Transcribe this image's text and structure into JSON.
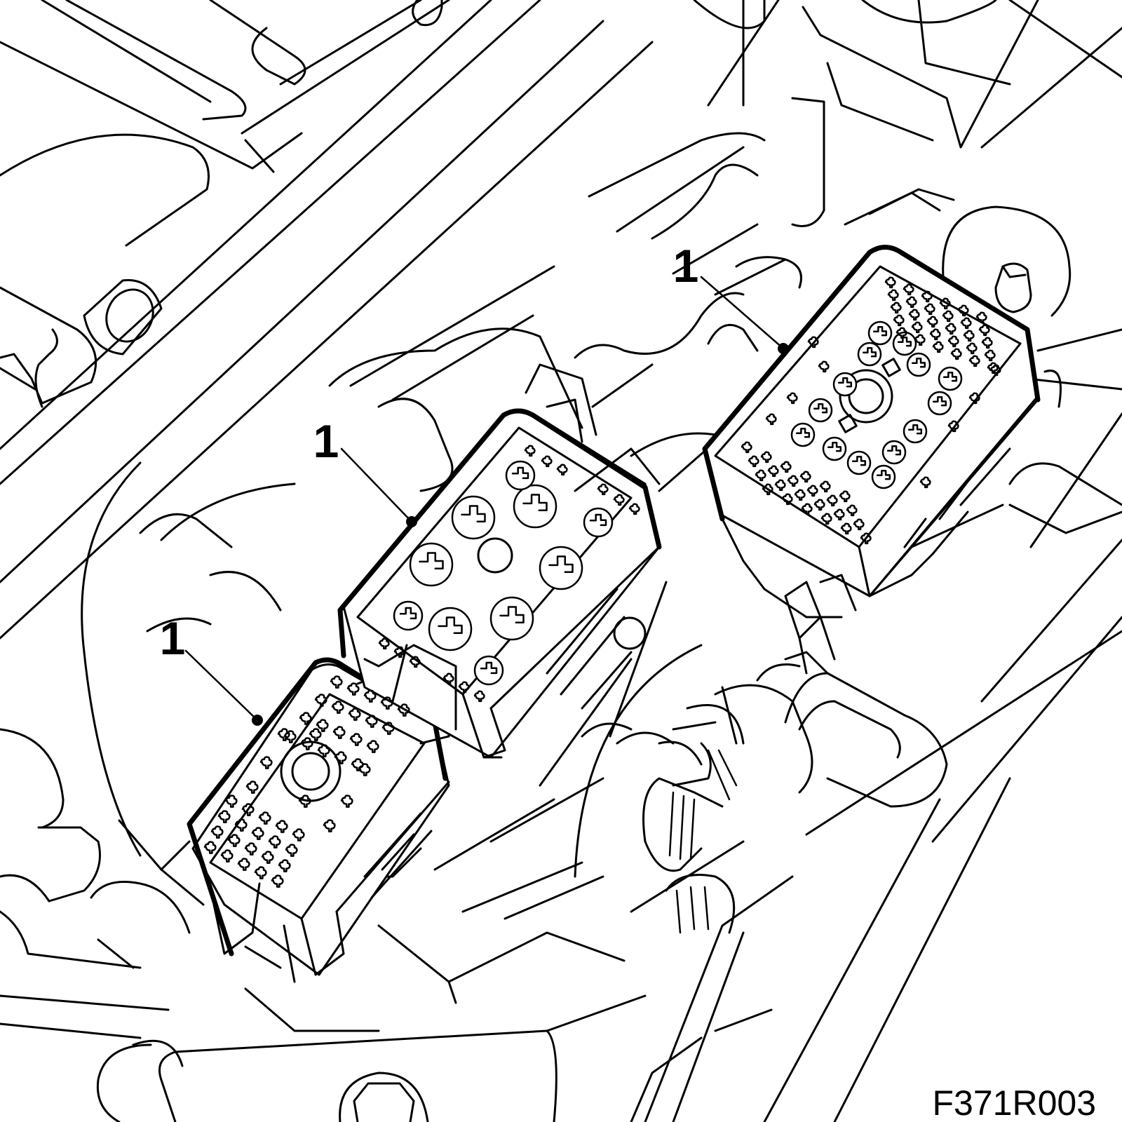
{
  "figure_code": "F371R003",
  "callouts": [
    {
      "label": "1",
      "target": "right-connector"
    },
    {
      "label": "1",
      "target": "middle-connector"
    },
    {
      "label": "1",
      "target": "left-connector"
    }
  ],
  "colors": {
    "line": "#000000",
    "background": "#ffffff"
  }
}
